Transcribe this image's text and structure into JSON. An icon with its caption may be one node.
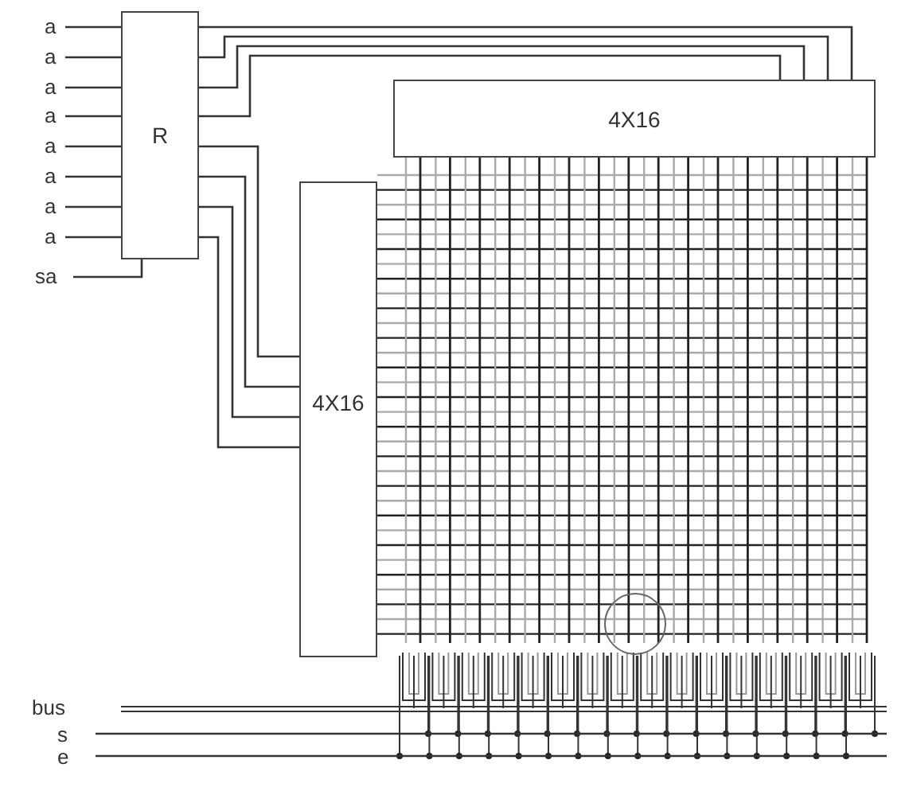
{
  "diagram": {
    "nodes": [
      {
        "text": [
          "a"
        ]
      },
      {
        "text": [
          "a"
        ]
      },
      {
        "text": [
          "a"
        ]
      },
      {
        "text": [
          "a"
        ]
      },
      {
        "text": [
          "a"
        ]
      },
      {
        "text": [
          "a"
        ]
      },
      {
        "text": [
          "a"
        ]
      },
      {
        "text": [
          "a"
        ]
      },
      {
        "text": [
          "sa"
        ]
      },
      {
        "text": [
          "R"
        ]
      },
      {
        "text": [
          "4X16"
        ]
      },
      {
        "text": [
          "4X16"
        ]
      }
    ],
    "edges": [
      {
        "from": 0,
        "to": 9,
        "arrow": "none"
      },
      {
        "from": 1,
        "to": 9,
        "arrow": "none"
      },
      {
        "from": 2,
        "to": 9,
        "arrow": "none"
      },
      {
        "from": 3,
        "to": 9,
        "arrow": "none"
      },
      {
        "from": 4,
        "to": 9,
        "arrow": "none"
      },
      {
        "from": 5,
        "to": 9,
        "arrow": "none"
      },
      {
        "from": 6,
        "to": 9,
        "arrow": "none"
      },
      {
        "from": 7,
        "to": 9,
        "arrow": "none"
      },
      {
        "from": 8,
        "to": 9,
        "arrow": "none"
      },
      {
        "from": 9,
        "to": 10,
        "arrow": "none"
      },
      {
        "from": 9,
        "to": 10,
        "arrow": "none"
      },
      {
        "from": 9,
        "to": 10,
        "arrow": "none"
      },
      {
        "from": 9,
        "to": 10,
        "arrow": "none"
      },
      {
        "from": 9,
        "to": 11,
        "arrow": "none"
      },
      {
        "from": 9,
        "to": 11,
        "arrow": "none"
      },
      {
        "from": 9,
        "to": 11,
        "arrow": "none"
      },
      {
        "from": 9,
        "to": 11,
        "arrow": "none"
      }
    ],
    "labels": [
      "bus",
      "s",
      "e"
    ]
  }
}
